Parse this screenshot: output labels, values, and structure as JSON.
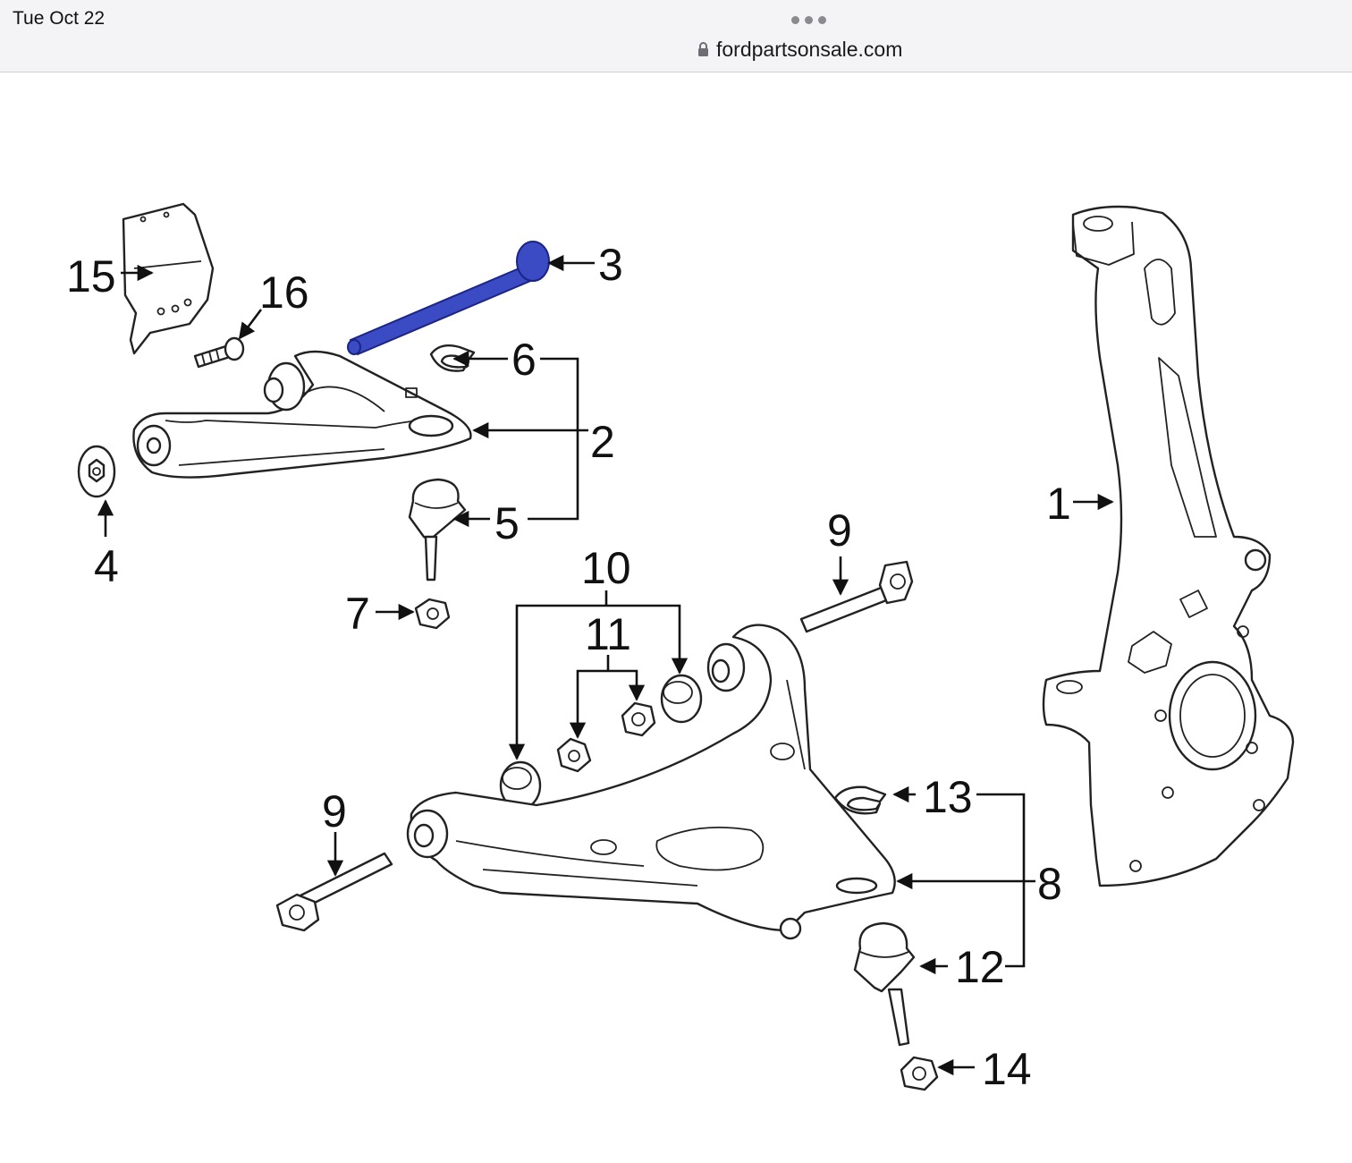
{
  "status_bar": {
    "time": "Tue Oct 22"
  },
  "browser": {
    "url": "fordpartsonsale.com",
    "menu_icon": "ellipsis-icon",
    "secure_icon": "lock-icon"
  },
  "diagram": {
    "highlight_color": "#3a4bc4",
    "callouts": {
      "c1": "1",
      "c2": "2",
      "c3": "3",
      "c4": "4",
      "c5": "5",
      "c6": "6",
      "c7": "7",
      "c8": "8",
      "c9a": "9",
      "c9b": "9",
      "c10": "10",
      "c11": "11",
      "c12": "12",
      "c13": "13",
      "c14": "14",
      "c15": "15",
      "c16": "16"
    }
  }
}
